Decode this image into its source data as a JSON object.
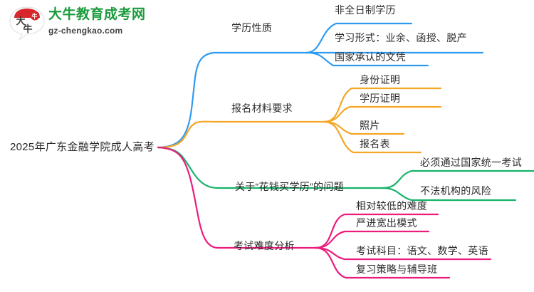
{
  "logo": {
    "mark_text": "大牛",
    "brand_cn": "大牛教育成考网",
    "brand_en": "gz-chengkao.com",
    "brand_color": "#1a9b3c",
    "mark_color": "#d9262c"
  },
  "mindmap": {
    "root": {
      "label": "2025年广东金融学院成人高考"
    },
    "branches": [
      {
        "label": "学历性质",
        "color": "#2f9bf0",
        "children": [
          {
            "label": "非全日制学历"
          },
          {
            "label": "学习形式：业余、函授、脱产"
          },
          {
            "label": "国家承认的文凭"
          }
        ]
      },
      {
        "label": "报名材料要求",
        "color": "#f5a623",
        "children": [
          {
            "label": "身份证明"
          },
          {
            "label": "学历证明"
          },
          {
            "label": "照片"
          },
          {
            "label": "报名表"
          }
        ]
      },
      {
        "label": "关于“花钱买学历”的问题",
        "color": "#17b26a",
        "children": [
          {
            "label": "必须通过国家统一考试"
          },
          {
            "label": "不法机构的风险"
          }
        ]
      },
      {
        "label": "考试难度分析",
        "color": "#ec1c7d",
        "children": [
          {
            "label": "相对较低的难度"
          },
          {
            "label": "严进宽出模式"
          },
          {
            "label": "考试科目：语文、数学、英语"
          },
          {
            "label": "复习策略与辅导班"
          }
        ]
      }
    ]
  }
}
